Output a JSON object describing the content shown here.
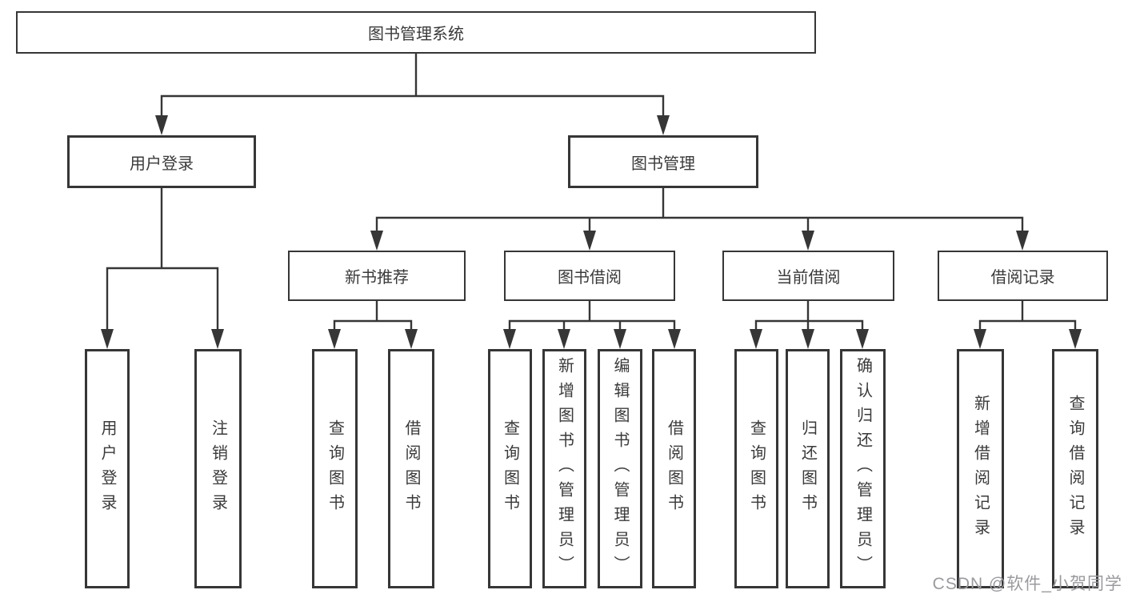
{
  "diagram": {
    "root": {
      "label": "图书管理系统"
    },
    "branches": [
      {
        "label": "用户登录",
        "children": [
          {
            "label": "用户登录"
          },
          {
            "label": "注销登录"
          }
        ]
      },
      {
        "label": "图书管理",
        "children": [
          {
            "label": "新书推荐",
            "children": [
              {
                "label": "查询图书"
              },
              {
                "label": "借阅图书"
              }
            ]
          },
          {
            "label": "图书借阅",
            "children": [
              {
                "label": "查询图书"
              },
              {
                "label": "新增图书（管理员）"
              },
              {
                "label": "编辑图书（管理员）"
              },
              {
                "label": "借阅图书"
              }
            ]
          },
          {
            "label": "当前借阅",
            "children": [
              {
                "label": "查询图书"
              },
              {
                "label": "归还图书"
              },
              {
                "label": "确认归还（管理员）"
              }
            ]
          },
          {
            "label": "借阅记录",
            "children": [
              {
                "label": "新增借阅记录"
              },
              {
                "label": "查询借阅记录"
              }
            ]
          }
        ]
      }
    ]
  },
  "watermark": {
    "text": "CSDN @软件_小贺同学"
  },
  "colors": {
    "line": "#363636",
    "text": "#3a3a3a",
    "box_fill": "#ffffff",
    "background": "#ffffff",
    "watermark": "#9a9a9f"
  }
}
